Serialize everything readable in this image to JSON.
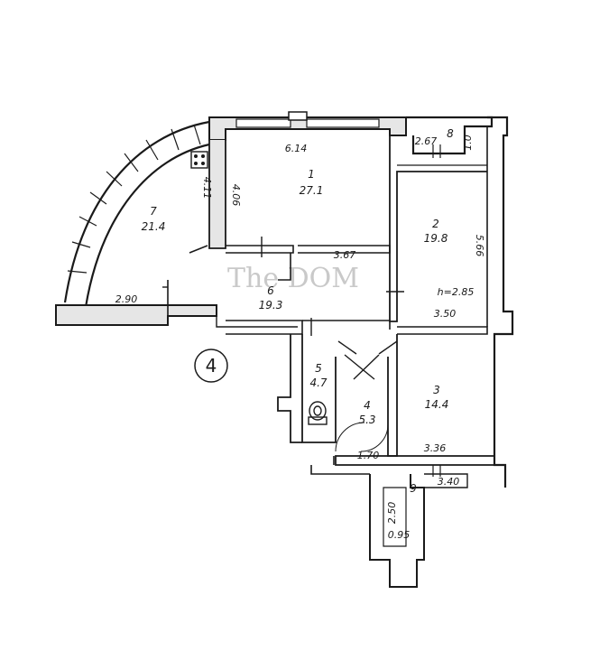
{
  "watermark": "The DOM",
  "section_marker": "4",
  "rooms": [
    {
      "number": "1",
      "area": "27.1"
    },
    {
      "number": "2",
      "area": "19.8"
    },
    {
      "number": "3",
      "area": "14.4"
    },
    {
      "number": "4",
      "area": "5.3"
    },
    {
      "number": "5",
      "area": "4.7"
    },
    {
      "number": "6",
      "area": "19.3"
    },
    {
      "number": "7",
      "area": "21.4"
    },
    {
      "number": "8",
      "area": ""
    },
    {
      "number": "9",
      "area": ""
    }
  ],
  "dimensions": {
    "room1_width": "6.14",
    "room1_height": "4.06",
    "room7_height": "4.11",
    "corridor_width": "3.67",
    "room7_bottom": "2.90",
    "balcony8_width": "2.67",
    "balcony8_depth": "1.0",
    "room2_height": "5.66",
    "room2_width": "3.50",
    "ceiling_height": "h=2.85",
    "room4_width": "1.70",
    "room3_width": "3.36",
    "balcony9_width": "3.40",
    "balcony9_length": "2.50",
    "balcony9_depth": "0.95"
  }
}
